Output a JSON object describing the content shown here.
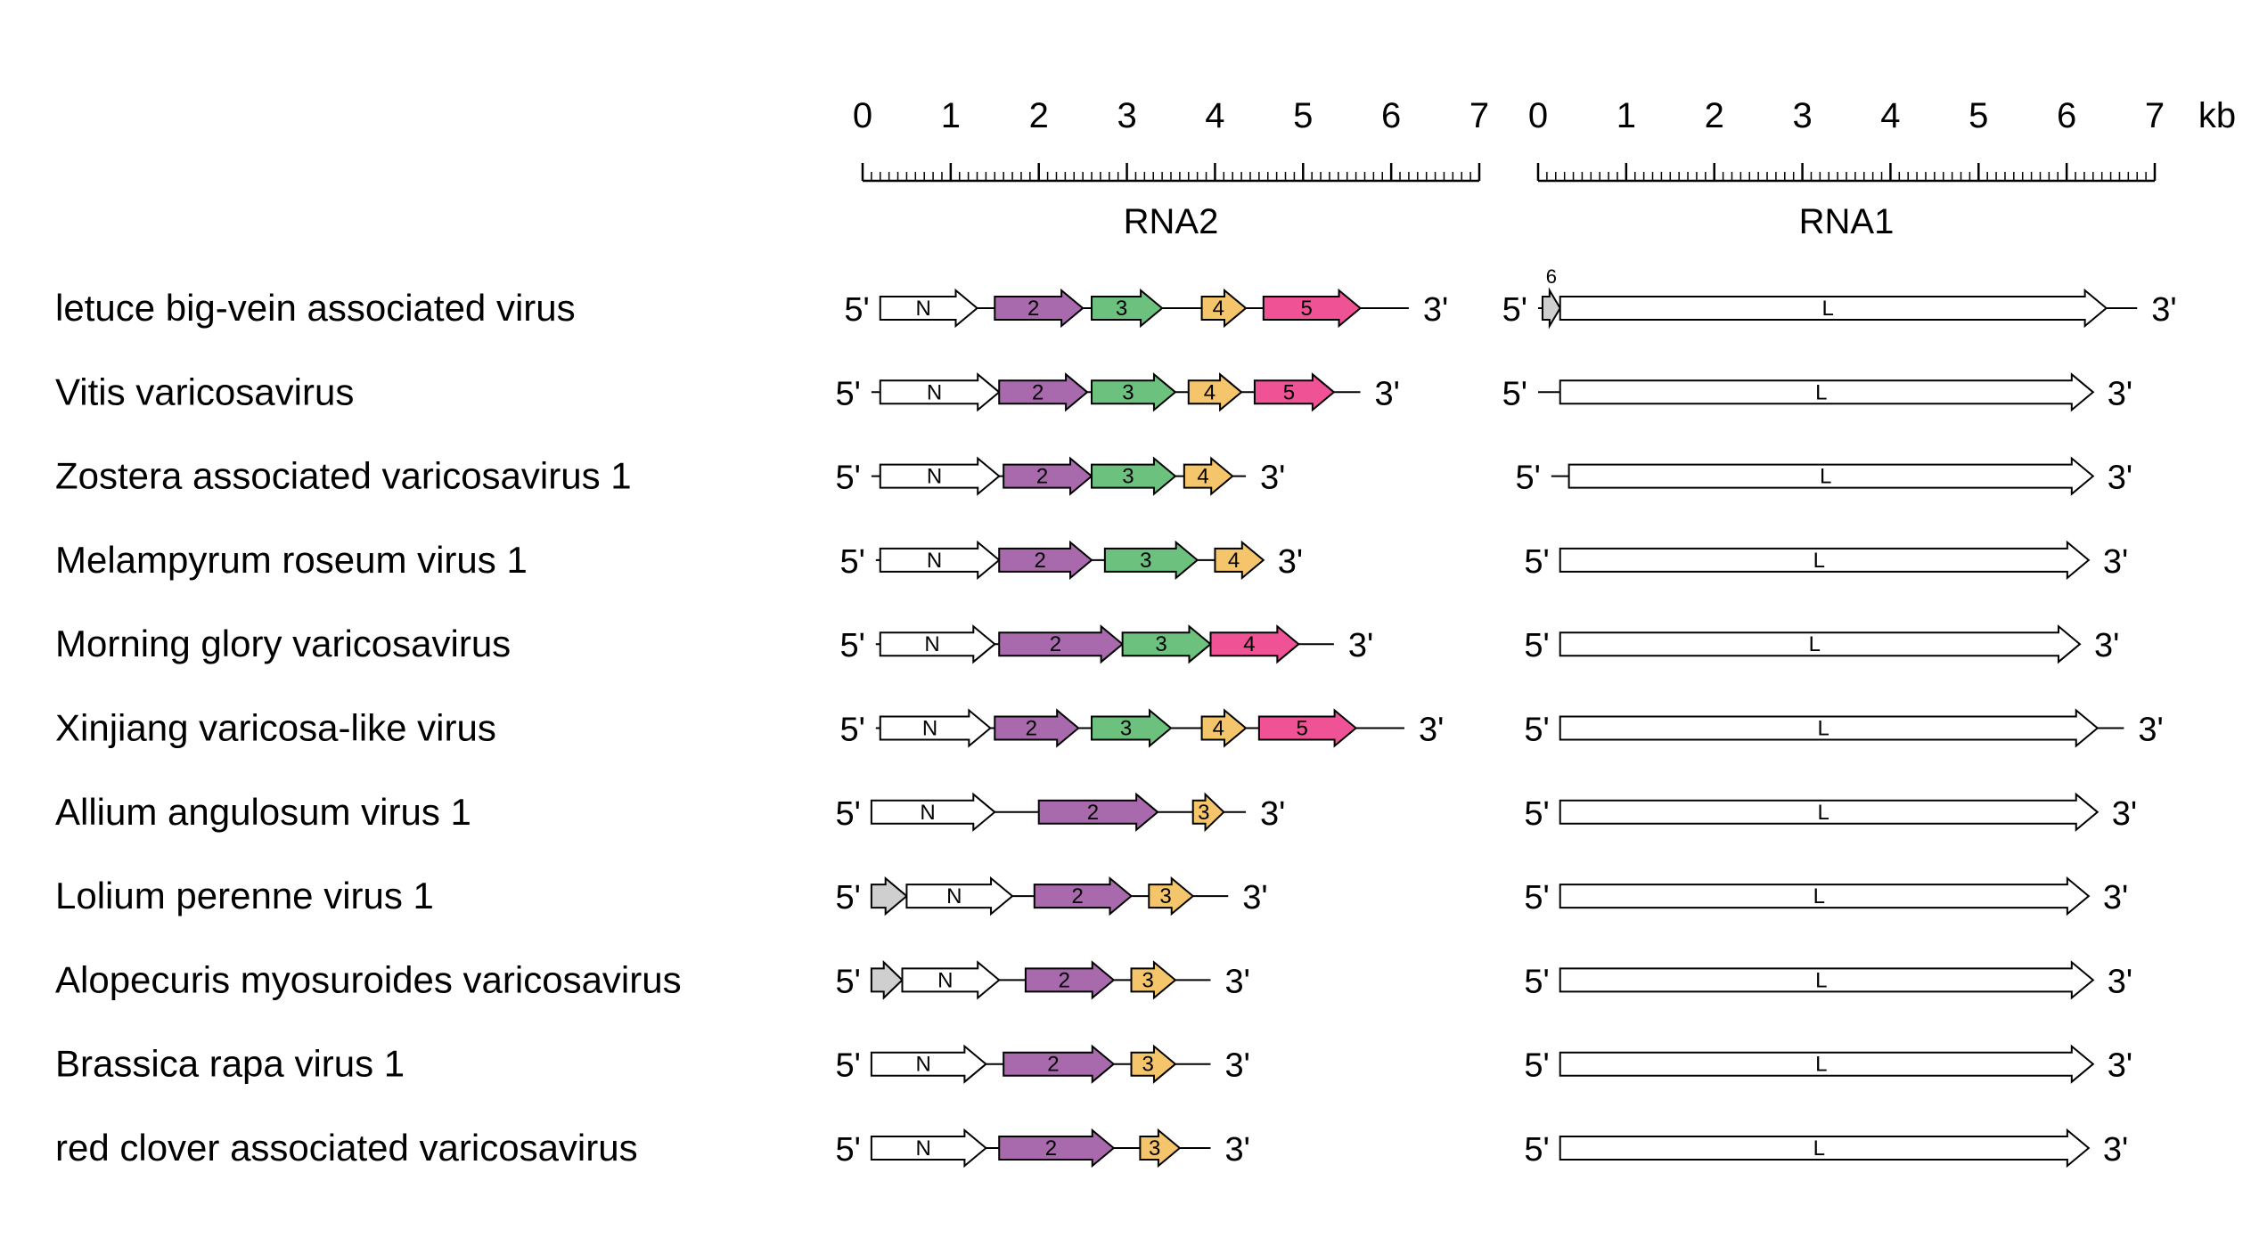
{
  "scale": {
    "rna2": {
      "title": "RNA2",
      "ticks": [
        "0",
        "1",
        "2",
        "3",
        "4",
        "5",
        "6",
        "7"
      ]
    },
    "rna1": {
      "title": "RNA1",
      "ticks": [
        "0",
        "1",
        "2",
        "3",
        "4",
        "5",
        "6",
        "7"
      ]
    },
    "unit": "kb",
    "max_kb": 7
  },
  "end_labels": {
    "five": "5'",
    "three": "3'"
  },
  "colors": {
    "N": "#ffffff",
    "L": "#ffffff",
    "p2": "#a86aad",
    "p3": "#6cc17e",
    "p4": "#f4c56a",
    "p5": "#ef5396",
    "small": "#cfcfcf"
  },
  "viruses": [
    {
      "name": "letuce big-vein associated virus",
      "rna2": {
        "start": 0.2,
        "end": 6.2,
        "genes": [
          {
            "label": "N",
            "start": 0.2,
            "end": 1.3,
            "color": "N"
          },
          {
            "label": "2",
            "start": 1.5,
            "end": 2.5,
            "color": "p2"
          },
          {
            "label": "3",
            "start": 2.6,
            "end": 3.4,
            "color": "p3"
          },
          {
            "label": "4",
            "start": 3.85,
            "end": 4.35,
            "color": "p4"
          },
          {
            "label": "5",
            "start": 4.55,
            "end": 5.65,
            "color": "p5"
          }
        ]
      },
      "rna1": {
        "start": 0.0,
        "end": 6.8,
        "genes": [
          {
            "label": "6",
            "start": 0.05,
            "end": 0.25,
            "color": "small",
            "label_above": true
          },
          {
            "label": "L",
            "start": 0.25,
            "end": 6.45,
            "color": "L"
          }
        ]
      }
    },
    {
      "name": "Vitis varicosavirus",
      "rna2": {
        "start": 0.1,
        "end": 5.65,
        "genes": [
          {
            "label": "N",
            "start": 0.2,
            "end": 1.55,
            "color": "N"
          },
          {
            "label": "2",
            "start": 1.55,
            "end": 2.55,
            "color": "p2"
          },
          {
            "label": "3",
            "start": 2.6,
            "end": 3.55,
            "color": "p3"
          },
          {
            "label": "4",
            "start": 3.7,
            "end": 4.3,
            "color": "p4"
          },
          {
            "label": "5",
            "start": 4.45,
            "end": 5.35,
            "color": "p5"
          }
        ]
      },
      "rna1": {
        "start": 0.0,
        "end": 6.3,
        "genes": [
          {
            "label": "L",
            "start": 0.25,
            "end": 6.3,
            "color": "L"
          }
        ]
      }
    },
    {
      "name": "Zostera associated varicosavirus 1",
      "rna2": {
        "start": 0.1,
        "end": 4.35,
        "genes": [
          {
            "label": "N",
            "start": 0.2,
            "end": 1.55,
            "color": "N"
          },
          {
            "label": "2",
            "start": 1.6,
            "end": 2.6,
            "color": "p2"
          },
          {
            "label": "3",
            "start": 2.6,
            "end": 3.55,
            "color": "p3"
          },
          {
            "label": "4",
            "start": 3.65,
            "end": 4.2,
            "color": "p4"
          }
        ]
      },
      "rna1": {
        "start": 0.15,
        "end": 6.3,
        "genes": [
          {
            "label": "L",
            "start": 0.35,
            "end": 6.3,
            "color": "L"
          }
        ]
      }
    },
    {
      "name": "Melampyrum roseum virus 1",
      "rna2": {
        "start": 0.15,
        "end": 4.55,
        "genes": [
          {
            "label": "N",
            "start": 0.2,
            "end": 1.55,
            "color": "N"
          },
          {
            "label": "2",
            "start": 1.55,
            "end": 2.6,
            "color": "p2"
          },
          {
            "label": "3",
            "start": 2.75,
            "end": 3.8,
            "color": "p3"
          },
          {
            "label": "4",
            "start": 4.0,
            "end": 4.55,
            "color": "p4"
          }
        ]
      },
      "rna1": {
        "start": 0.25,
        "end": 6.25,
        "genes": [
          {
            "label": "L",
            "start": 0.25,
            "end": 6.25,
            "color": "L"
          }
        ]
      }
    },
    {
      "name": "Morning glory varicosavirus",
      "rna2": {
        "start": 0.15,
        "end": 5.35,
        "genes": [
          {
            "label": "N",
            "start": 0.2,
            "end": 1.5,
            "color": "N"
          },
          {
            "label": "2",
            "start": 1.55,
            "end": 2.95,
            "color": "p2"
          },
          {
            "label": "3",
            "start": 2.95,
            "end": 3.95,
            "color": "p3"
          },
          {
            "label": "4",
            "start": 3.95,
            "end": 4.95,
            "color": "p4_pink"
          }
        ]
      },
      "rna1": {
        "start": 0.25,
        "end": 6.15,
        "genes": [
          {
            "label": "L",
            "start": 0.25,
            "end": 6.15,
            "color": "L"
          }
        ]
      }
    },
    {
      "name": "Xinjiang varicosa-like virus",
      "rna2": {
        "start": 0.15,
        "end": 6.15,
        "genes": [
          {
            "label": "N",
            "start": 0.2,
            "end": 1.45,
            "color": "N"
          },
          {
            "label": "2",
            "start": 1.5,
            "end": 2.45,
            "color": "p2"
          },
          {
            "label": "3",
            "start": 2.6,
            "end": 3.5,
            "color": "p3"
          },
          {
            "label": "4",
            "start": 3.85,
            "end": 4.35,
            "color": "p4"
          },
          {
            "label": "5",
            "start": 4.5,
            "end": 5.6,
            "color": "p5"
          }
        ]
      },
      "rna1": {
        "start": 0.25,
        "end": 6.65,
        "genes": [
          {
            "label": "L",
            "start": 0.25,
            "end": 6.35,
            "color": "L"
          }
        ]
      }
    },
    {
      "name": "Allium angulosum virus 1",
      "rna2": {
        "start": 0.1,
        "end": 4.35,
        "genes": [
          {
            "label": "N",
            "start": 0.1,
            "end": 1.5,
            "color": "N"
          },
          {
            "label": "2",
            "start": 2.0,
            "end": 3.35,
            "color": "p2"
          },
          {
            "label": "3",
            "start": 3.75,
            "end": 4.1,
            "color": "p4"
          }
        ]
      },
      "rna1": {
        "start": 0.25,
        "end": 6.35,
        "genes": [
          {
            "label": "L",
            "start": 0.25,
            "end": 6.35,
            "color": "L"
          }
        ]
      }
    },
    {
      "name": "Lolium perenne virus 1",
      "rna2": {
        "start": 0.1,
        "end": 4.15,
        "genes": [
          {
            "label": "",
            "start": 0.1,
            "end": 0.5,
            "color": "small"
          },
          {
            "label": "N",
            "start": 0.5,
            "end": 1.7,
            "color": "N"
          },
          {
            "label": "2",
            "start": 1.95,
            "end": 3.05,
            "color": "p2"
          },
          {
            "label": "3",
            "start": 3.25,
            "end": 3.75,
            "color": "p4"
          }
        ]
      },
      "rna1": {
        "start": 0.25,
        "end": 6.25,
        "genes": [
          {
            "label": "L",
            "start": 0.25,
            "end": 6.25,
            "color": "L"
          }
        ]
      }
    },
    {
      "name": "Alopecuris myosuroides varicosavirus",
      "rna2": {
        "start": 0.1,
        "end": 3.95,
        "genes": [
          {
            "label": "",
            "start": 0.1,
            "end": 0.45,
            "color": "small"
          },
          {
            "label": "N",
            "start": 0.45,
            "end": 1.55,
            "color": "N"
          },
          {
            "label": "2",
            "start": 1.85,
            "end": 2.85,
            "color": "p2"
          },
          {
            "label": "3",
            "start": 3.05,
            "end": 3.55,
            "color": "p4"
          }
        ]
      },
      "rna1": {
        "start": 0.25,
        "end": 6.3,
        "genes": [
          {
            "label": "L",
            "start": 0.25,
            "end": 6.3,
            "color": "L"
          }
        ]
      }
    },
    {
      "name": "Brassica rapa virus 1",
      "rna2": {
        "start": 0.1,
        "end": 3.95,
        "genes": [
          {
            "label": "N",
            "start": 0.1,
            "end": 1.4,
            "color": "N"
          },
          {
            "label": "2",
            "start": 1.6,
            "end": 2.85,
            "color": "p2"
          },
          {
            "label": "3",
            "start": 3.05,
            "end": 3.55,
            "color": "p4"
          }
        ]
      },
      "rna1": {
        "start": 0.25,
        "end": 6.3,
        "genes": [
          {
            "label": "L",
            "start": 0.25,
            "end": 6.3,
            "color": "L"
          }
        ]
      }
    },
    {
      "name": "red clover associated varicosavirus",
      "rna2": {
        "start": 0.1,
        "end": 3.95,
        "genes": [
          {
            "label": "N",
            "start": 0.1,
            "end": 1.4,
            "color": "N"
          },
          {
            "label": "2",
            "start": 1.55,
            "end": 2.85,
            "color": "p2"
          },
          {
            "label": "3",
            "start": 3.15,
            "end": 3.6,
            "color": "p4"
          }
        ]
      },
      "rna1": {
        "start": 0.25,
        "end": 6.25,
        "genes": [
          {
            "label": "L",
            "start": 0.25,
            "end": 6.25,
            "color": "L"
          }
        ]
      }
    }
  ]
}
